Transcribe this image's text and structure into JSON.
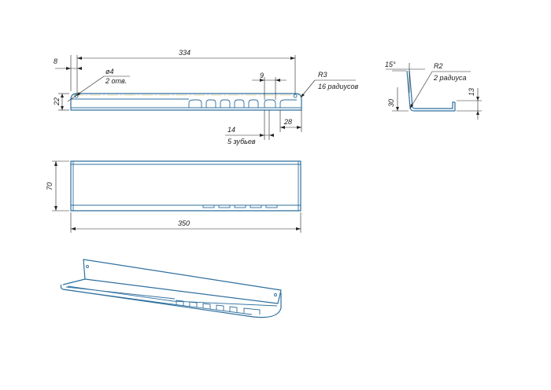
{
  "colors": {
    "part": "#2f6f9f",
    "dimension": "#222222",
    "axis": "#c9b25a"
  },
  "front_view": {
    "dim_left_offset": "8",
    "dim_total_length": "334",
    "dim_hole": "ø4",
    "dim_hole_count": "2 отв.",
    "dim_height": "22",
    "dim_slot_pitch": "9",
    "dim_corner_radius": "R3",
    "dim_radius_count": "16 радиусов",
    "dim_slot_width": "14",
    "dim_teeth_count": "5 зубьев",
    "dim_right_offset": "28"
  },
  "section_view": {
    "dim_angle": "15°",
    "dim_bend_radius": "R2",
    "dim_radius_count": "2 радиуса",
    "dim_wall_height": "30",
    "dim_lip_height": "13"
  },
  "top_view": {
    "dim_width": "70",
    "dim_length": "350"
  }
}
